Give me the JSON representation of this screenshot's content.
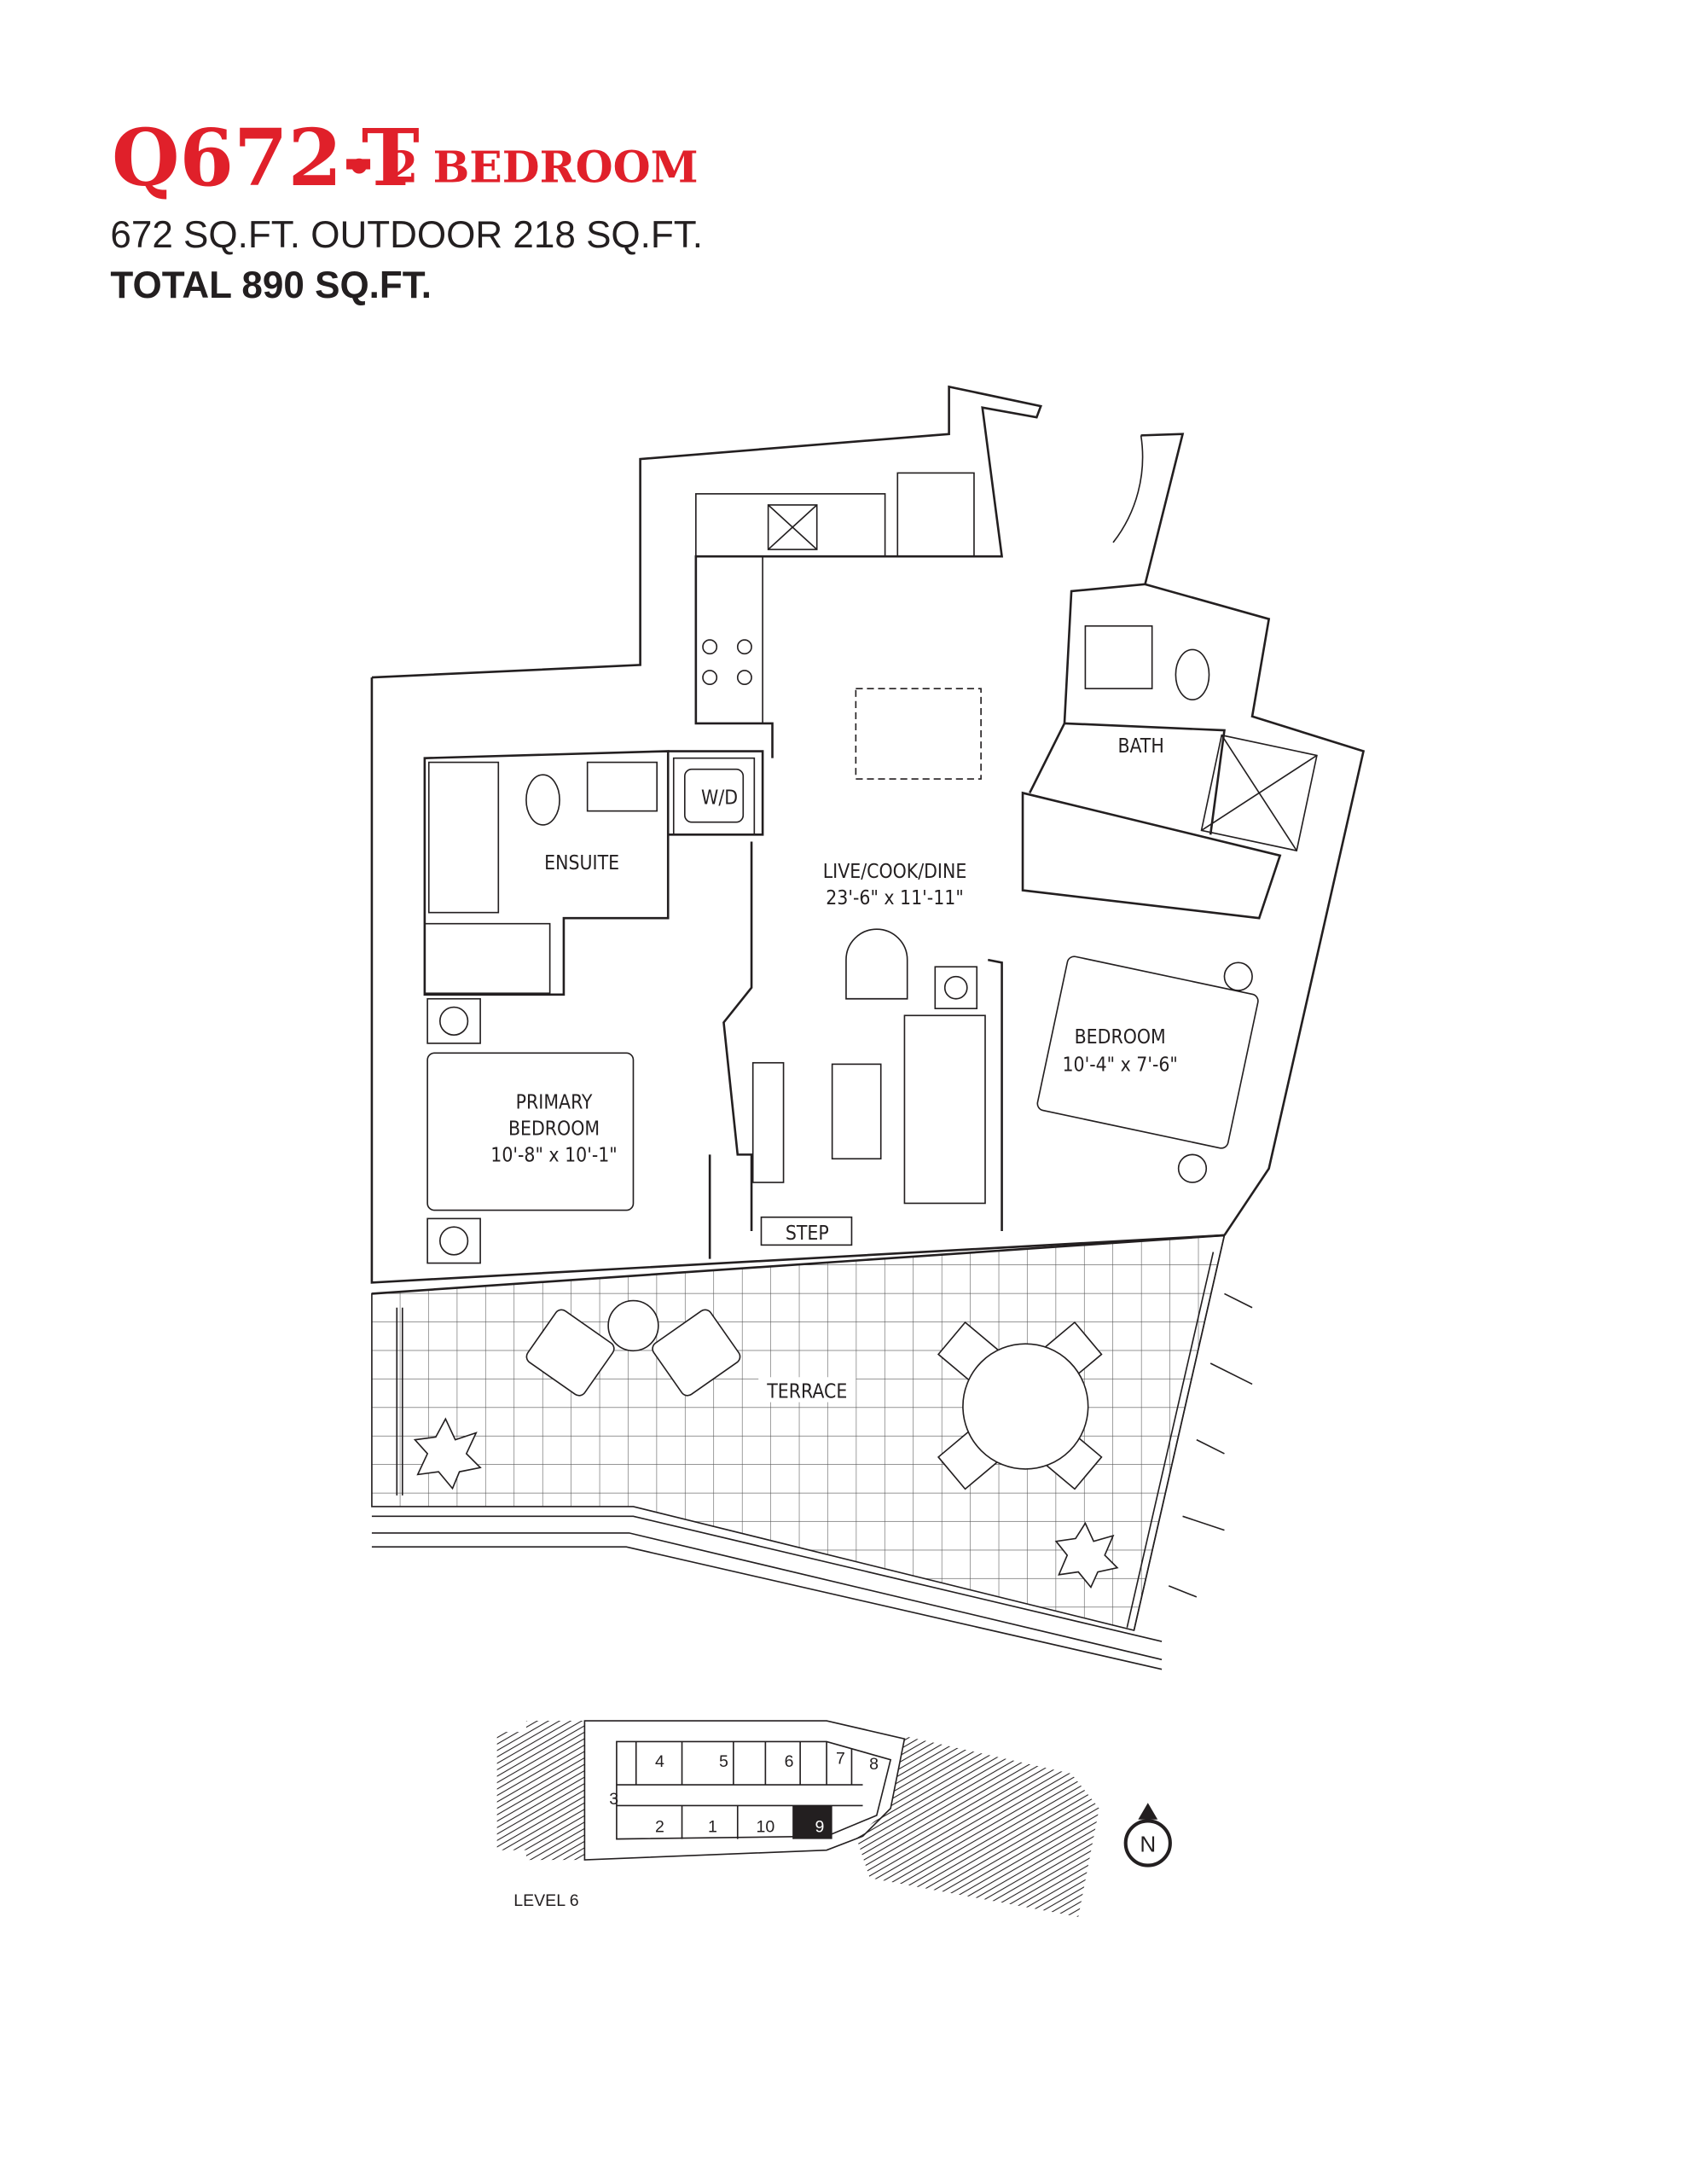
{
  "header": {
    "unit_code": "Q672-T",
    "unit_type": "• 2 BEDROOM",
    "areas_line": "672 SQ.FT. OUTDOOR 218 SQ.FT.",
    "total_line": "TOTAL 890 SQ.FT."
  },
  "rooms": {
    "ensuite": "ENSUITE",
    "live_name": "LIVE/COOK/DINE",
    "live_dims": "23'-6\" x 11'-11\"",
    "bath": "BATH",
    "bedroom_name": "BEDROOM",
    "bedroom_dims": "10'-4\" x 7'-6\"",
    "primary_name_1": "PRIMARY",
    "primary_name_2": "BEDROOM",
    "primary_dims": "10'-8\" x 10'-1\"",
    "wd": "W/D",
    "step": "STEP",
    "terrace": "TERRACE"
  },
  "key_plan": {
    "level": "LEVEL 6",
    "units": [
      "1",
      "2",
      "3",
      "4",
      "5",
      "6",
      "7",
      "8",
      "9",
      "10"
    ],
    "highlighted_unit": "9",
    "compass": "N"
  },
  "colors": {
    "accent": "#e0202a",
    "text": "#231f20"
  }
}
